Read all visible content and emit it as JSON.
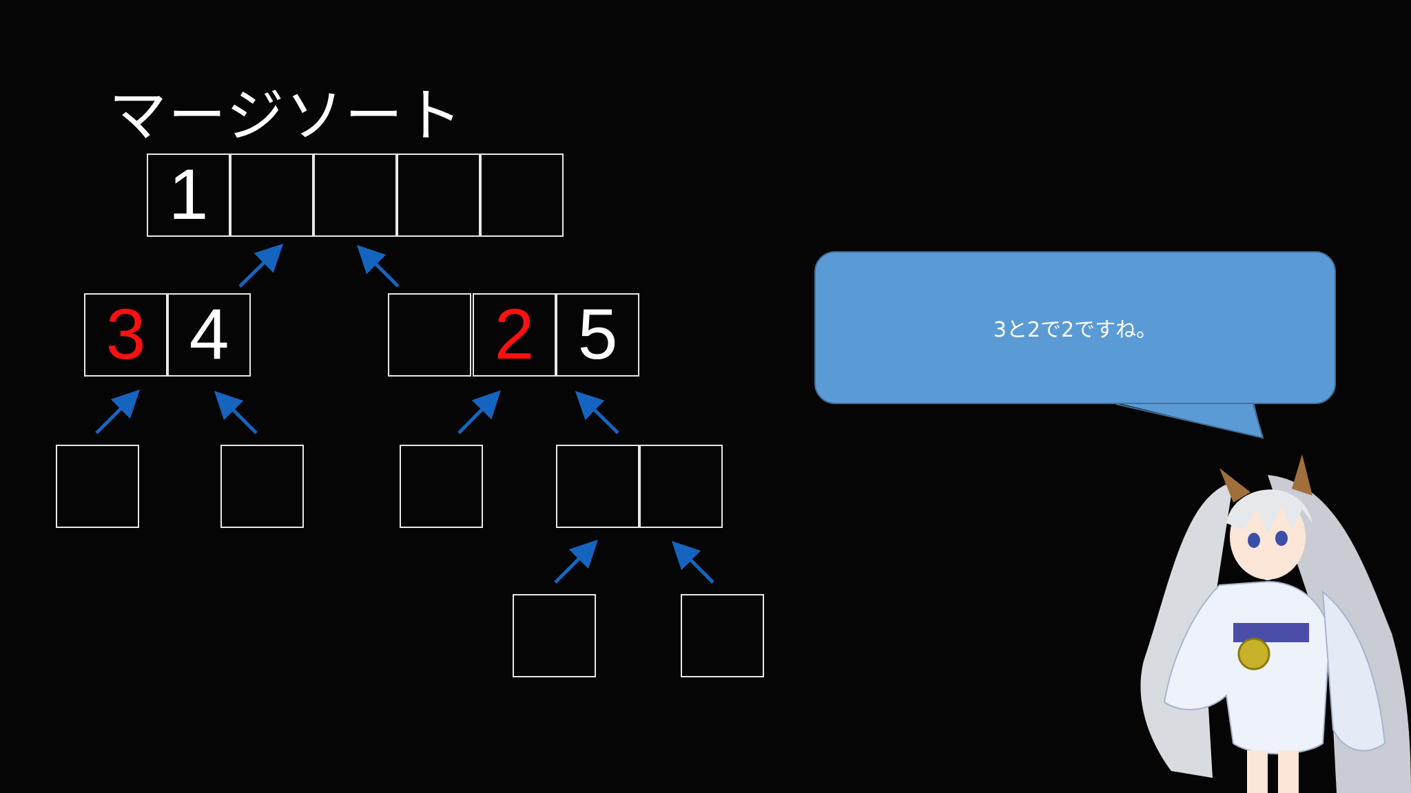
{
  "slide": {
    "title": "マージソート",
    "speech_bubble": "3と2で2ですね。"
  },
  "tree": {
    "result_row": [
      "1",
      "",
      "",
      "",
      ""
    ],
    "left_merge": [
      {
        "value": "3",
        "highlight": true
      },
      {
        "value": "4",
        "highlight": false
      }
    ],
    "right_merge": [
      {
        "value": "",
        "highlight": false
      },
      {
        "value": "2",
        "highlight": true
      },
      {
        "value": "5",
        "highlight": false
      }
    ],
    "level3": [
      "",
      "",
      "",
      "",
      ""
    ],
    "level4": [
      "",
      ""
    ]
  },
  "colors": {
    "background": "#050505",
    "highlight": "#ff1010",
    "arrow": "#1565c0",
    "bubble": "#5b9bd5"
  }
}
